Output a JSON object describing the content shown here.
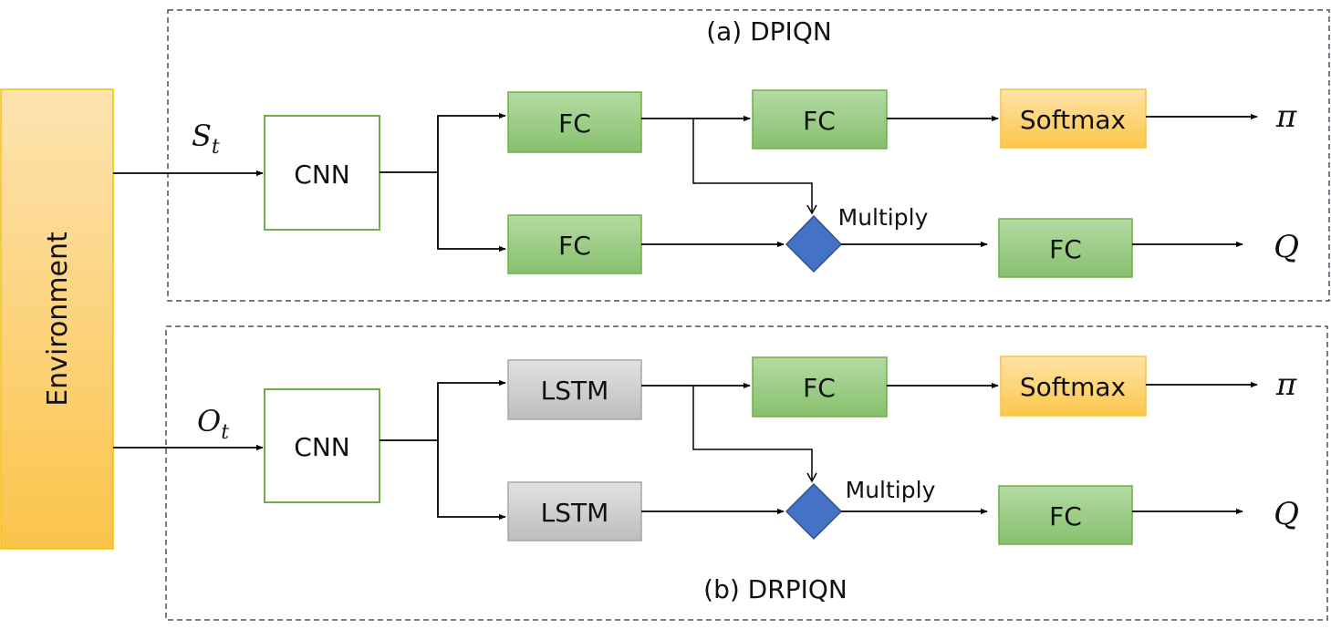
{
  "environment": {
    "label": "Environment"
  },
  "panel_a": {
    "title": "(a) DPIQN",
    "input_main": "S",
    "input_sub": "t",
    "cnn": "CNN",
    "fc_top": "FC",
    "fc_bottom": "FC",
    "fc_policy": "FC",
    "softmax": "Softmax",
    "multiply": "Multiply",
    "fc_q": "FC",
    "out_pi": "π",
    "out_q": "Q"
  },
  "panel_b": {
    "title": "(b) DRPIQN",
    "input_main": "O",
    "input_sub": "t",
    "cnn": "CNN",
    "lstm_top": "LSTM",
    "lstm_bottom": "LSTM",
    "fc_policy": "FC",
    "softmax": "Softmax",
    "multiply": "Multiply",
    "fc_q": "FC",
    "out_pi": "π",
    "out_q": "Q"
  },
  "colors": {
    "environment_fill": "#fdd58a",
    "environment_stroke": "#f5b800",
    "fc_fill": "#98cc83",
    "fc_stroke": "#70ad47",
    "softmax_fill": "#fdd580",
    "softmax_stroke": "#f5c242",
    "lstm_fill": "#d0d0d0",
    "lstm_stroke": "#a6a6a6",
    "cnn_stroke": "#70ad47",
    "multiply_fill": "#4472c4",
    "panel_border": "#44546a"
  }
}
